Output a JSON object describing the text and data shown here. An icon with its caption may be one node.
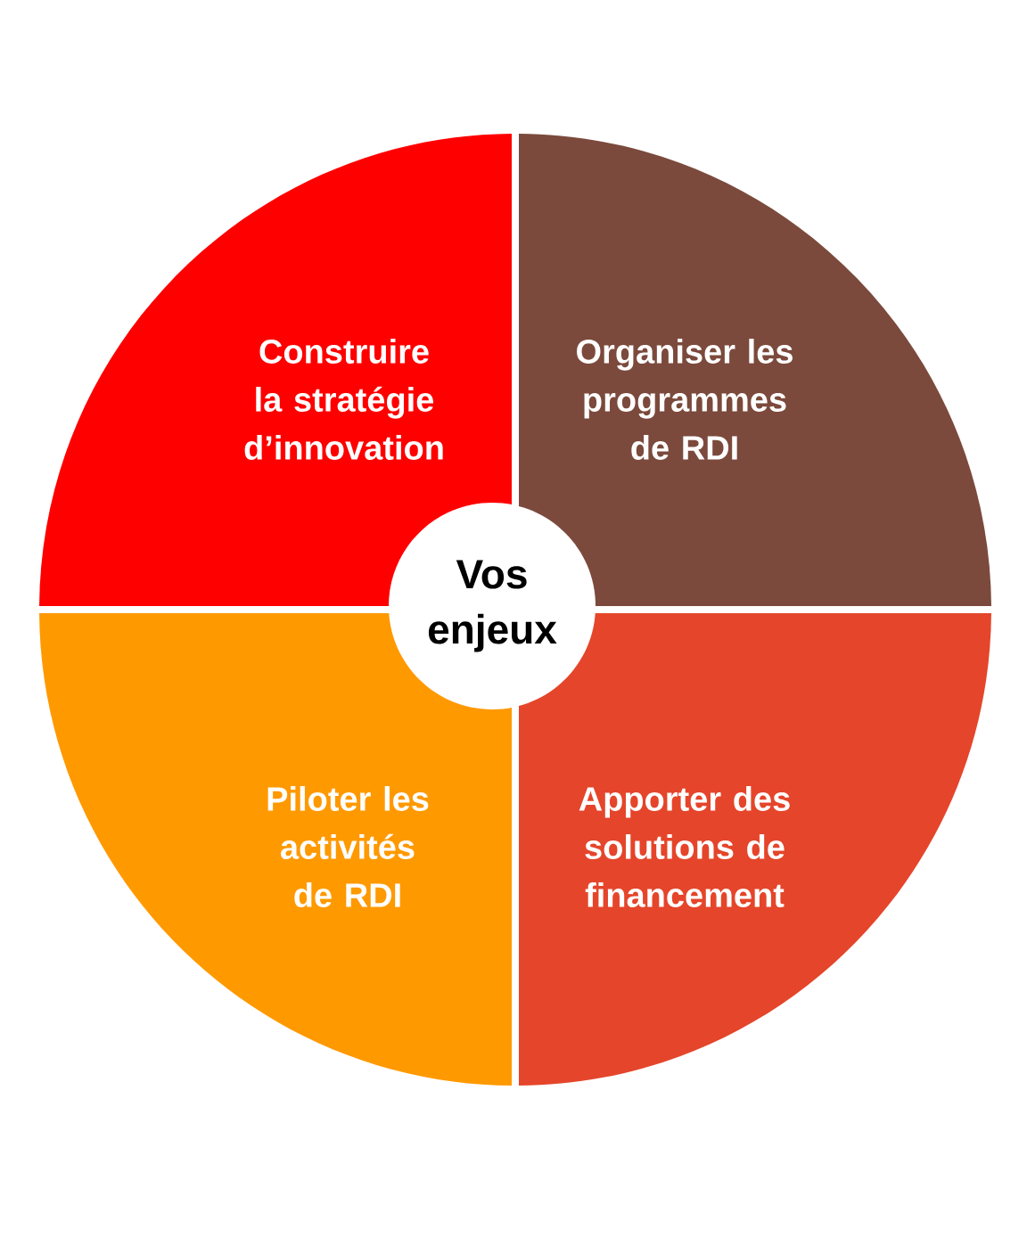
{
  "diagram": {
    "nodes": [
      {
        "text": [
          "Construire la stratégie d’innovation"
        ]
      },
      {
        "text": [
          "Organiser les programmes de RDI"
        ]
      },
      {
        "text": [
          "Vos enjeux"
        ]
      },
      {
        "text": [
          "Piloter les activités de RDI"
        ]
      },
      {
        "text": [
          "Apporter des solutions de financement"
        ]
      }
    ]
  }
}
